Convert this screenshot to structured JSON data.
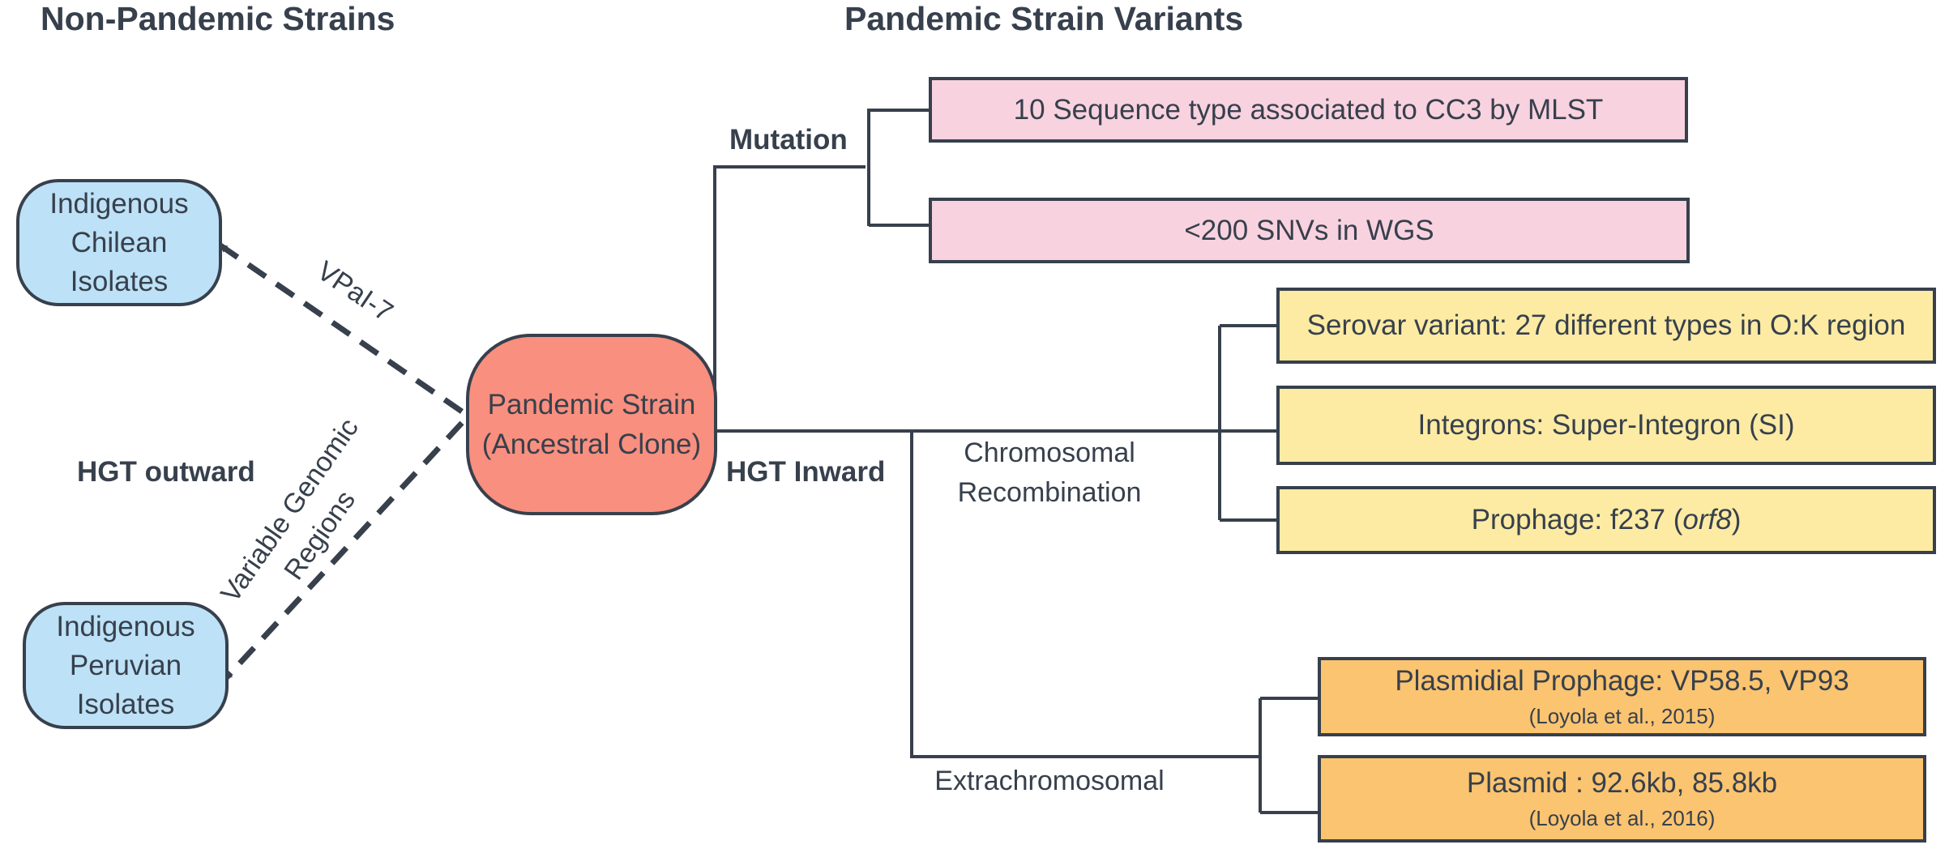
{
  "headings": {
    "left": "Non-Pandemic Strains",
    "right": "Pandemic Strain Variants"
  },
  "nodes": {
    "chilean": [
      "Indigenous",
      "Chilean",
      "Isolates"
    ],
    "peruvian": [
      "Indigenous",
      "Peruvian",
      "Isolates"
    ],
    "pandemic": [
      "Pandemic Strain",
      "(Ancestral Clone)"
    ]
  },
  "labels": {
    "mutation": "Mutation",
    "hgt_inward": "HGT Inward",
    "hgt_outward": "HGT outward",
    "chromosomal": [
      "Chromosomal",
      "Recombination"
    ],
    "extrachromosomal": "Extrachromosomal",
    "vpai": "VPaI-7",
    "variable": [
      "Variable Genomic",
      "Regions"
    ]
  },
  "boxes": {
    "mlst": "10 Sequence type associated to CC3 by MLST",
    "snv": "<200 SNVs in WGS",
    "serovar": "Serovar variant: 27 different types in O:K region",
    "integrons": "Integrons: Super-Integron (SI)",
    "prophage_prefix": "Prophage: f237 (",
    "prophage_gene": "orf8",
    "prophage_suffix": ")",
    "plasmidial": "Plasmidial Prophage: VP58.5, VP93",
    "plasmidial_cite": "(Loyola et al., 2015)",
    "plasmid": "Plasmid : 92.6kb, 85.8kb",
    "plasmid_cite": "(Loyola et al., 2016)"
  },
  "colors": {
    "stroke": "#37404c",
    "blue": "#bde1f6",
    "red": "#f98f7f",
    "pink": "#f9d2df",
    "yellow": "#fdeba4",
    "orange": "#fbc470"
  }
}
